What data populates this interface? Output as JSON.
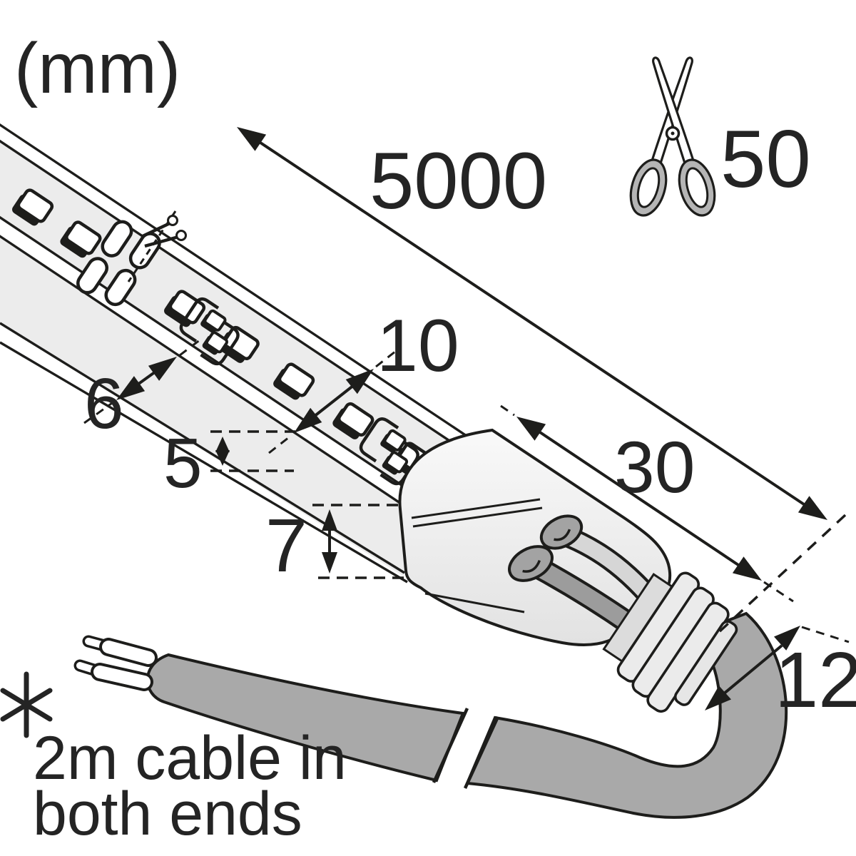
{
  "unit_label": "(mm)",
  "dimensions": {
    "total_length": "5000",
    "cut_interval": "50",
    "strip_width": "10",
    "pad_offset": "6",
    "strip_thickness": "5",
    "end_cap_height": "7",
    "end_cap_length": "30",
    "cable_diameter": "12"
  },
  "footnote": {
    "marker": "*",
    "line1": "2m cable in",
    "line2": "both ends"
  },
  "icons": {
    "cut_interval_icon": "scissors-icon",
    "cut_mark_icon": "cut-scissors-icon"
  },
  "colors": {
    "outline": "#1d1d1b",
    "text": "#242424",
    "strip_fill": "#ececec",
    "connector_fill": "#f1f1f1",
    "cable_fill": "#a9a9a9",
    "handle_fill": "#b5b5b5",
    "plate_fill": "#ebebeb",
    "wire_dark": "#9c9c9c",
    "wire_light": "#d6d6d6"
  }
}
